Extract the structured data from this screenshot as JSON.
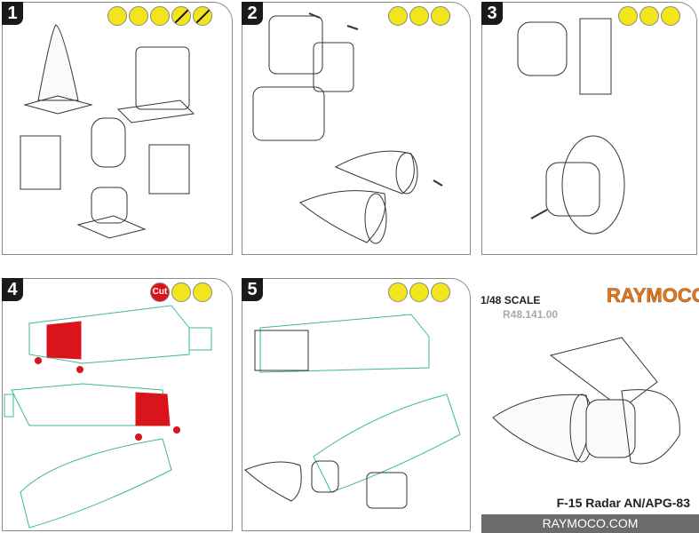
{
  "steps": [
    {
      "number": "1",
      "icons": [
        "glue-icon",
        "knife-icon",
        "sanding-icon",
        "no-paint-icon",
        "no-file-icon"
      ]
    },
    {
      "number": "2",
      "icons": [
        "knife-icon",
        "sanding-icon",
        "file-icon"
      ]
    },
    {
      "number": "3",
      "icons": [
        "knife-icon",
        "sanding-icon",
        "file-icon"
      ]
    },
    {
      "number": "4",
      "icons": [
        "cut-icon",
        "knife-icon",
        "sanding-icon"
      ],
      "cut_label": "Cut"
    },
    {
      "number": "5",
      "icons": [
        "knife-icon",
        "sanding-icon",
        "file-icon"
      ]
    }
  ],
  "info": {
    "scale": "1/48 SCALE",
    "code": "R48.141.00",
    "brand": "RAYMOCO",
    "product": "F-15 Radar AN/APG-83",
    "website": "RAYMOCO.COM"
  },
  "colors": {
    "cut_red": "#d9141b",
    "icon_yellow": "#f2e51c",
    "fuselage_line": "#3fb89a",
    "brand_orange": "#e8761c"
  }
}
